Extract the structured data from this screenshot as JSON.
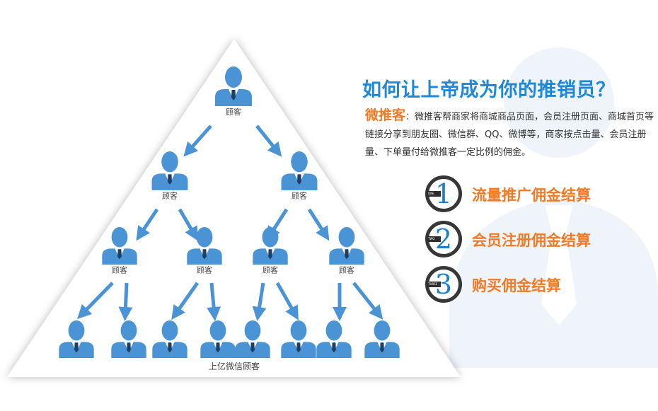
{
  "headline": "如何让上帝成为你的推销员？",
  "description": {
    "brand": "微推客",
    "separator": "：",
    "body": "微推客帮商家将商城商品页面，会员注册页面、商城首页等链接分享到朋友圈、微信群、QQ、微博等，商家按点击量、会员注册量、下单量付给微推客一定比例的佣金。"
  },
  "steps": [
    {
      "number": "1",
      "tag": "ONE",
      "label": "流量推广佣金结算"
    },
    {
      "number": "2",
      "tag": "TWO",
      "label": "会员注册佣金结算"
    },
    {
      "number": "3",
      "tag": "THREE",
      "label": "购买佣金结算"
    }
  ],
  "pyramid": {
    "customer_label": "顾客",
    "base_label": "上亿微信顾客"
  },
  "colors": {
    "headline": "#1e88d8",
    "accent": "#f07a26",
    "person": "#4a94d6",
    "arrow": "#4a94d6",
    "ring": "#373737"
  }
}
